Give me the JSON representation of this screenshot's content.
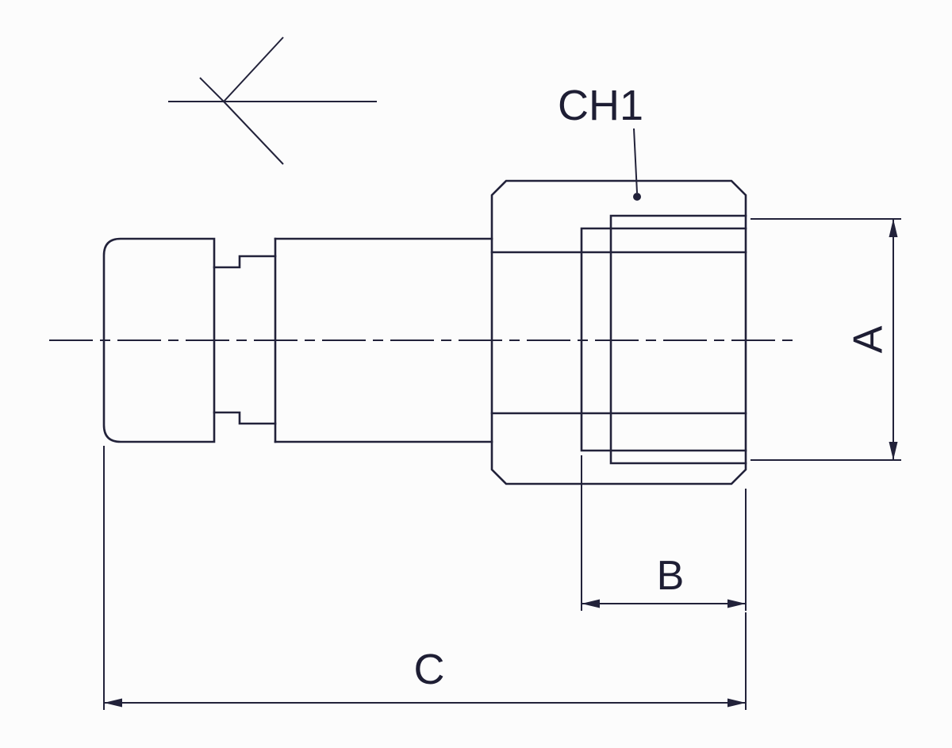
{
  "drawing": {
    "labels": {
      "hex_callout": "CH1",
      "dim_a": "A",
      "dim_b": "B",
      "dim_c": "C"
    },
    "colors": {
      "line": "#22223a",
      "background": "#fcfcfc"
    }
  }
}
